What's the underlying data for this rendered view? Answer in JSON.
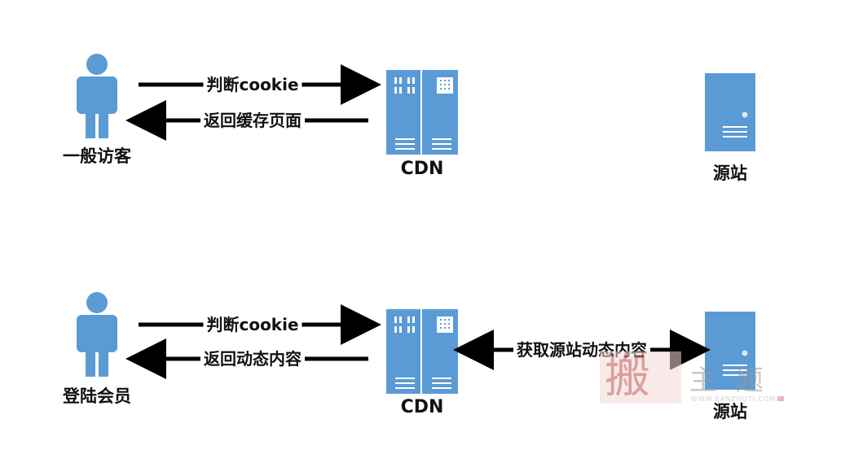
{
  "colors": {
    "icon": "#5b9bd5",
    "arrow": "#000000",
    "watermark": "#c0504d"
  },
  "top_flow": {
    "visitor_label": "一般访客",
    "cdn_label": "CDN",
    "origin_label": "源站",
    "arrow_request": "判断cookie",
    "arrow_response": "返回缓存页面"
  },
  "bottom_flow": {
    "visitor_label": "登陆会员",
    "cdn_label": "CDN",
    "origin_label": "源站",
    "arrow_request": "判断cookie",
    "arrow_response": "返回动态内容",
    "arrow_fetch": "获取源站动态内容"
  },
  "watermark": {
    "glyph": "搬",
    "text": "主 题",
    "url": "WWW.BANZHUTI.COM"
  }
}
